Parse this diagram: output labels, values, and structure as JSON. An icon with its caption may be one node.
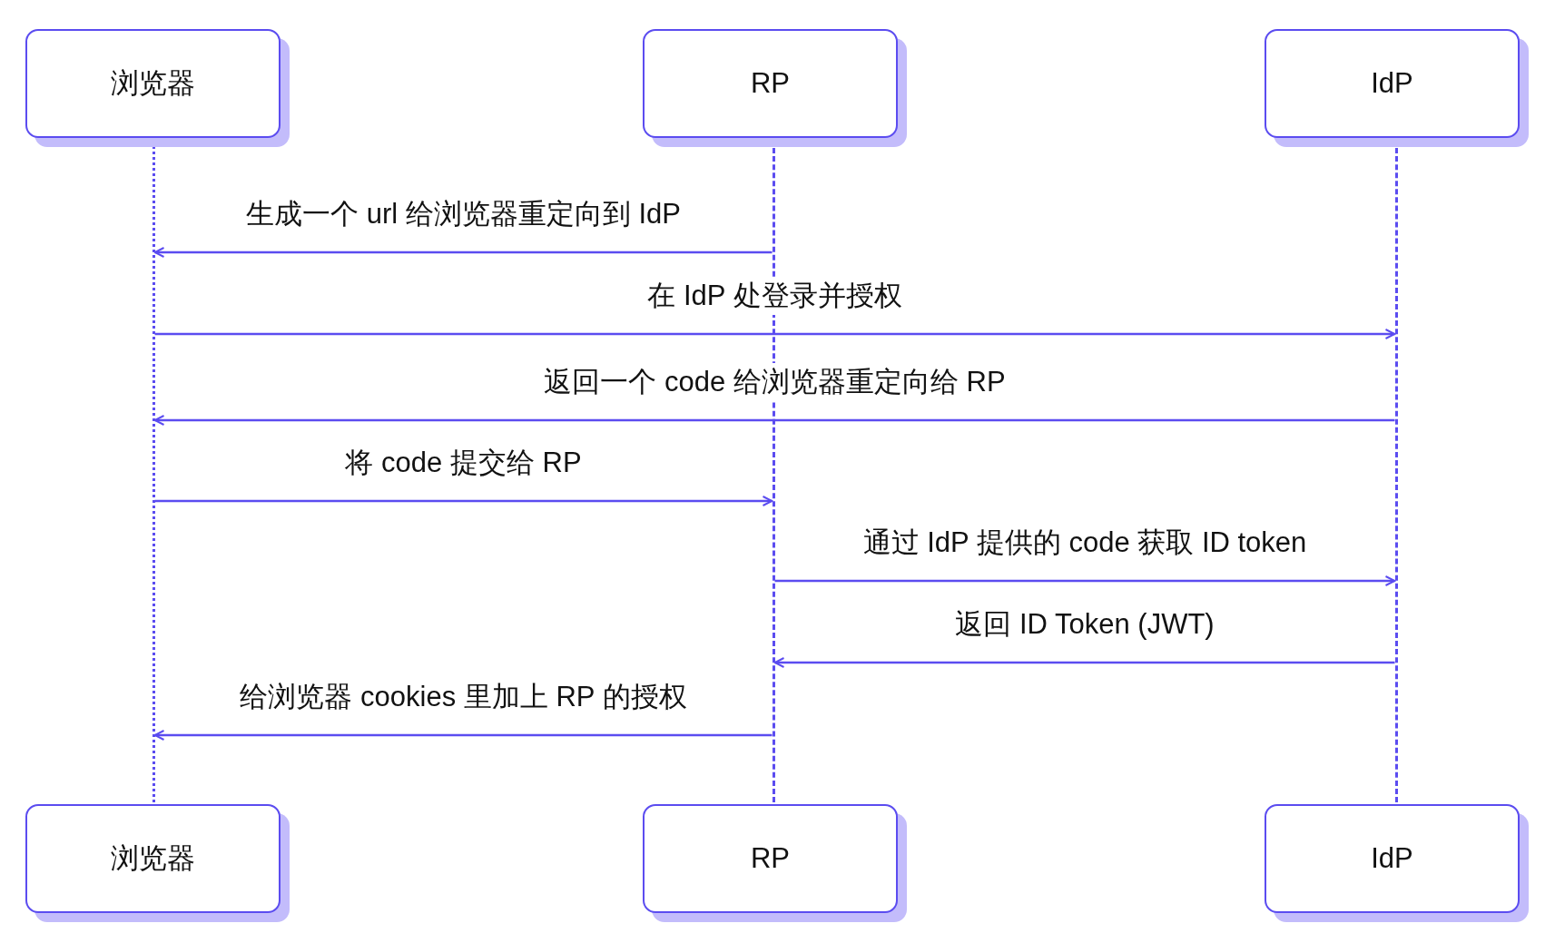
{
  "diagram": {
    "nodes": [
      {
        "text": [
          "浏览器"
        ]
      },
      {
        "text": [
          "RP"
        ]
      },
      {
        "text": [
          "IdP"
        ]
      },
      {
        "text": [
          "浏览器"
        ]
      },
      {
        "text": [
          "RP"
        ]
      },
      {
        "text": [
          "IdP"
        ]
      },
      {
        "text": [],
        "shape": "line"
      },
      {
        "text": [],
        "shape": "line"
      },
      {
        "text": [],
        "shape": "line"
      }
    ],
    "edges": [
      {
        "from": 7,
        "to": 6,
        "arrow": "to",
        "label": "生成一个 url 给浏览器重定向到 IdP"
      },
      {
        "from": 6,
        "to": 8,
        "arrow": "to",
        "label": "在 IdP 处登录并授权"
      },
      {
        "from": 8,
        "to": 6,
        "arrow": "to",
        "label": "返回一个 code 给浏览器重定向给 RP"
      },
      {
        "from": 6,
        "to": 7,
        "arrow": "to",
        "label": "将 code 提交给 RP"
      },
      {
        "from": 7,
        "to": 8,
        "arrow": "to",
        "label": "通过 IdP 提供的 code 获取 ID token"
      },
      {
        "from": 8,
        "to": 7,
        "arrow": "to",
        "label": "返回 ID Token (JWT)"
      },
      {
        "from": 7,
        "to": 6,
        "arrow": "to",
        "label": "给浏览器 cookies 里加上 RP 的授权"
      }
    ]
  }
}
